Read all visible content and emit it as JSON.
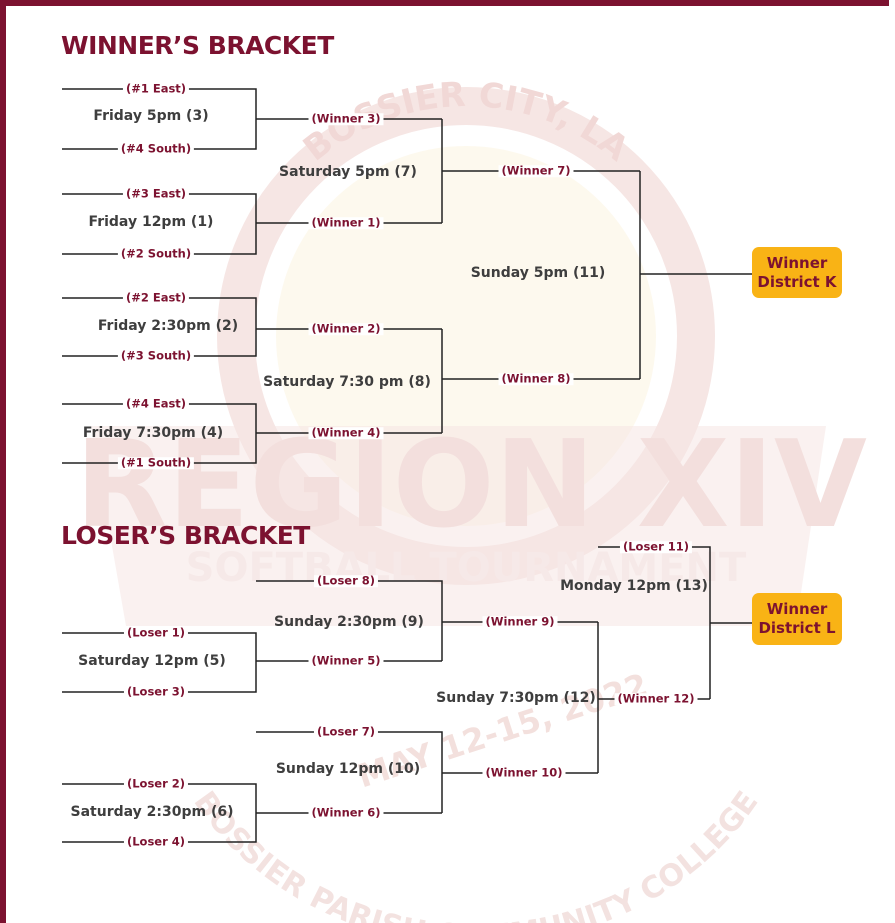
{
  "colors": {
    "maroon": "#7c1230",
    "gold": "#f9b315",
    "line": "#222222",
    "text": "#3e3e3e",
    "watermark": "#f6e6e4"
  },
  "watermark": {
    "city": "BOSSIER CITY, LA",
    "region": "REGION XIV",
    "tournament": "SOFTBALL TOURNAMENT",
    "dates": "MAY 12-15, 2022",
    "college": "BOSSIER PARISH COMMUNITY COLLEGE"
  },
  "winners": {
    "title": "WINNER’S BRACKET",
    "g1_top": "(#1 East)",
    "g1_bot": "(#4 South)",
    "g1_game": "Friday 5pm (3)",
    "g2_top": "(#3 East)",
    "g2_bot": "(#2 South)",
    "g2_game": "Friday 12pm (1)",
    "g3_top": "(#2 East)",
    "g3_bot": "(#3 South)",
    "g3_game": "Friday 2:30pm (2)",
    "g4_top": "(#4 East)",
    "g4_bot": "(#1 South)",
    "g4_game": "Friday 7:30pm (4)",
    "r2a_top": "(Winner 3)",
    "r2a_bot": "(Winner 1)",
    "r2a_game": "Saturday 5pm (7)",
    "r2b_top": "(Winner 2)",
    "r2b_bot": "(Winner 4)",
    "r2b_game": "Saturday 7:30 pm (8)",
    "final_top": "(Winner 7)",
    "final_bot": "(Winner 8)",
    "final_game": "Sunday 5pm (11)",
    "result_line1": "Winner",
    "result_line2": "District K"
  },
  "losers": {
    "title": "LOSER’S BRACKET",
    "l5_top": "(Loser 1)",
    "l5_bot": "(Loser 3)",
    "l5_game": "Saturday 12pm (5)",
    "l6_top": "(Loser 2)",
    "l6_bot": "(Loser 4)",
    "l6_game": "Saturday 2:30pm (6)",
    "l9_top": "(Loser 8)",
    "l9_bot": "(Winner 5)",
    "l9_game": "Sunday 2:30pm (9)",
    "l10_top": "(Loser 7)",
    "l10_bot": "(Winner 6)",
    "l10_game": "Sunday 12pm (10)",
    "l12_top": "(Winner 9)",
    "l12_bot": "(Winner 10)",
    "l12_game": "Sunday 7:30pm (12)",
    "l13_top": "(Loser 11)",
    "l13_bot": "(Winner 12)",
    "l13_game": "Monday 12pm (13)",
    "result_line1": "Winner",
    "result_line2": "District L"
  }
}
